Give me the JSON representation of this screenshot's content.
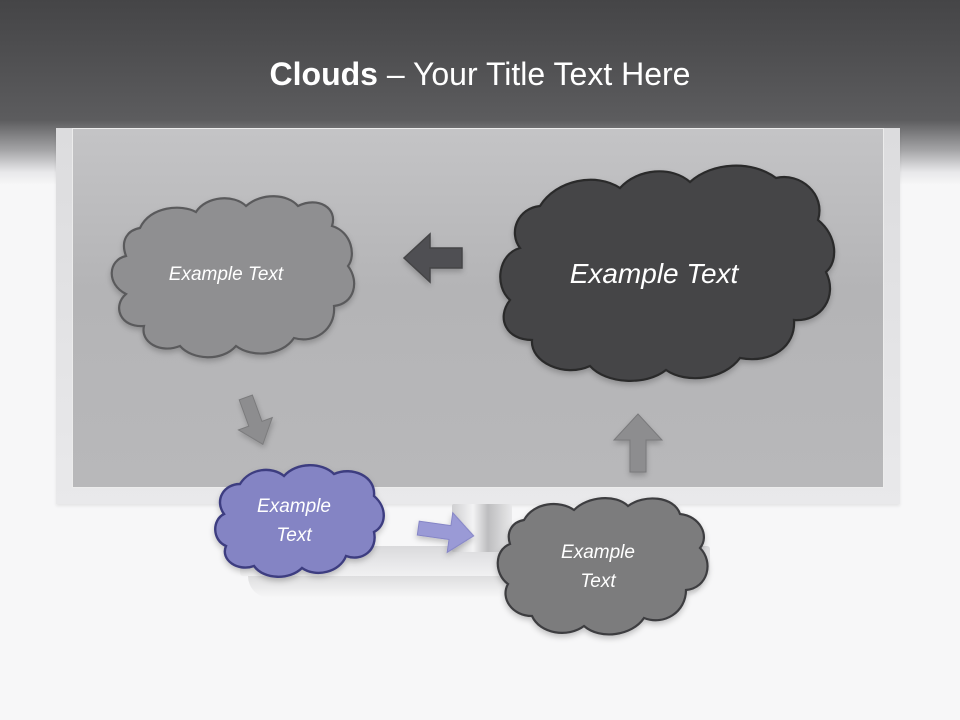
{
  "title": {
    "bold": "Clouds",
    "dash": " – ",
    "rest": "Your Title Text Here"
  },
  "clouds": [
    {
      "id": "cloud-top-left",
      "label": "Example Text",
      "fill": "#8f8f91",
      "stroke": "#5a5a5c"
    },
    {
      "id": "cloud-top-right",
      "label": "Example Text",
      "fill": "#444446",
      "stroke": "#2a2a2c"
    },
    {
      "id": "cloud-bottom-left",
      "line1": "Example",
      "line2": "Text",
      "fill": "#8484c4",
      "stroke": "#3c3c80"
    },
    {
      "id": "cloud-bottom-right",
      "line1": "Example",
      "line2": "Text",
      "fill": "#7b7b7d",
      "stroke": "#3e3e40"
    }
  ],
  "colors": {
    "arrow_dark": "#505052",
    "arrow_gray": "#8d8d8f",
    "arrow_lavender": "#9a9ad6"
  }
}
